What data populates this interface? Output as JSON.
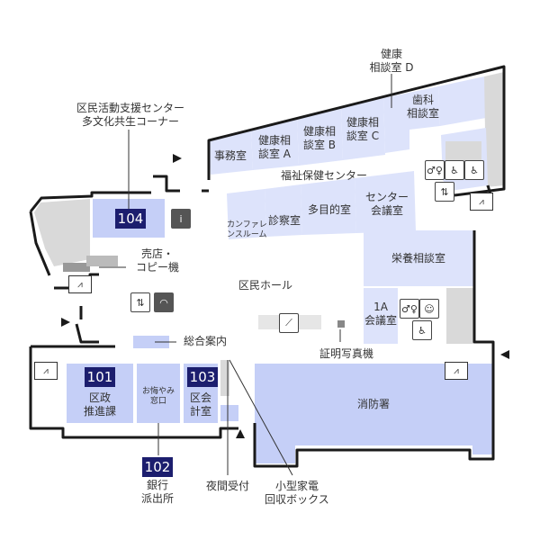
{
  "labels": {
    "kenko_d": "健康\n相談室 D",
    "shika": "歯科\n相談室",
    "kumin_katsudo": "区民活動支援センター\n多文化共生コーナー",
    "jimushitsu": "事務室",
    "kenko_a": "健康相\n談室 A",
    "kenko_b": "健康相\n談室 B",
    "kenko_c": "健康相\n談室 C",
    "fukushi": "福祉保健センター",
    "conference": "カンファレ\nンスルーム",
    "shinsatsu": "診察室",
    "tamokuteki": "多目的室",
    "center_kaigi": "センター\n会議室",
    "eiyo": "栄養相談室",
    "baiten": "売店・\nコピー機",
    "kumin_hall": "区民ホール",
    "room_1a": "1A\n会議室",
    "sogo_annai": "総合案内",
    "shomei": "証明写真機",
    "shobosho": "消防署",
    "kusei": "区政\n推進課",
    "okuyami": "お悔やみ\n窓口",
    "kukai": "区会\n計室",
    "ginko": "銀行\n派出所",
    "yakan": "夜間受付",
    "kogata": "小型家電\n回収ボックス"
  },
  "room_numbers": {
    "r104": "104",
    "r101": "101",
    "r103": "103",
    "r102": "102"
  },
  "icons": {
    "restroom": "restroom-icon",
    "baby": "baby-changing-icon",
    "wheelchair": "wheelchair-icon",
    "elevator": "elevator-icon",
    "stairs": "stairs-icon",
    "escalator": "escalator-icon",
    "wifi": "wifi-icon",
    "info": "information-icon",
    "entrance": "entrance-arrow-icon"
  },
  "colors": {
    "room": "#c5cff7",
    "room_light": "#dde3fb",
    "gray": "#d9d9d9",
    "wall": "#1a1a1a",
    "number_bg": "#1c1e6e"
  }
}
